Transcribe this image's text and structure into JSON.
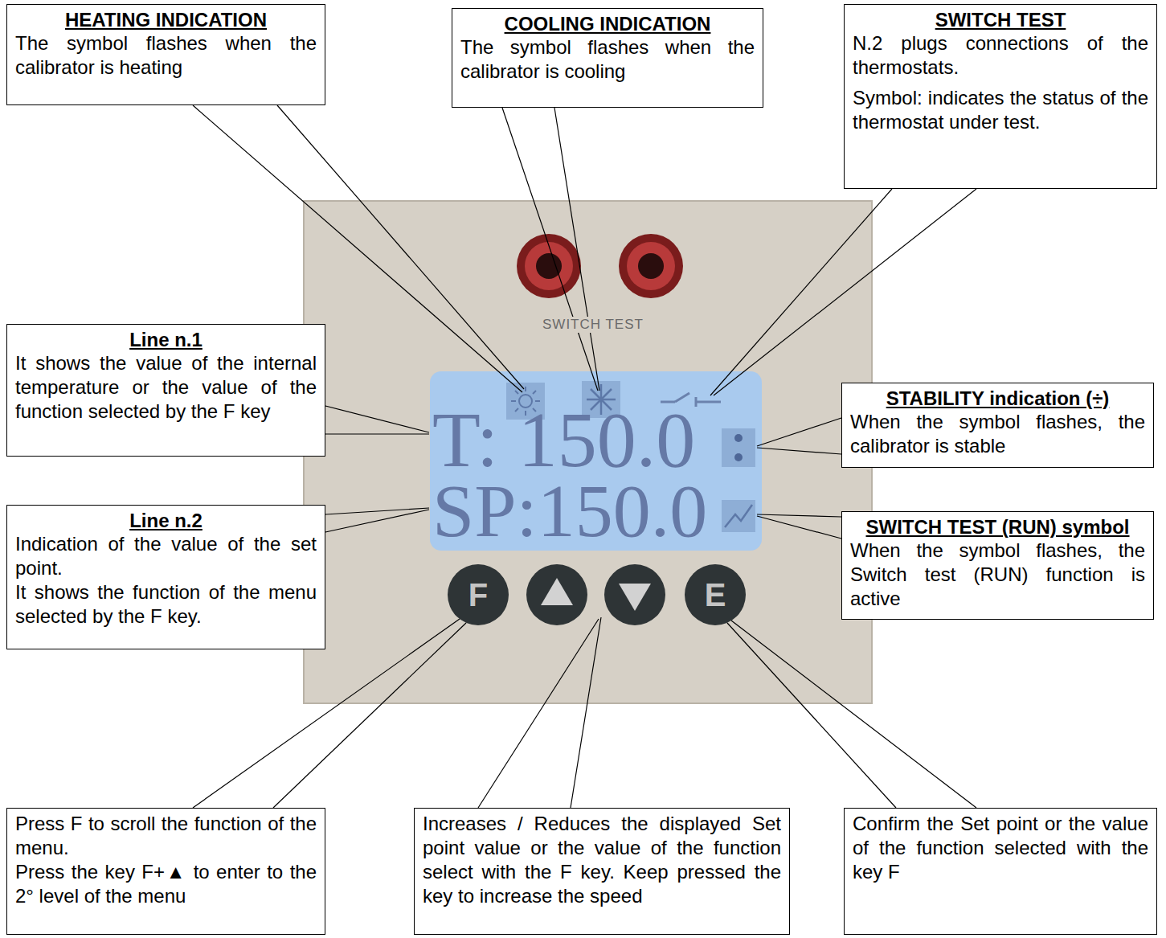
{
  "diagram": {
    "nodes": [
      {
        "text": [
          "HEATING INDICATION",
          "The symbol flashes when the calibrator is heating"
        ]
      },
      {
        "text": [
          "COOLING INDICATION",
          "The symbol flashes when the calibrator is cooling"
        ]
      },
      {
        "text": [
          "SWITCH TEST",
          "N.2 plugs connections of the thermostats.",
          "Symbol: indicates the status of the thermostat under test."
        ]
      },
      {
        "text": [
          "Line n.1",
          "It shows the value of the internal temperature or the value of the function selected by the F key"
        ]
      },
      {
        "text": [
          "STABILITY indication (÷)",
          "When the symbol flashes, the calibrator is stable"
        ]
      },
      {
        "text": [
          "Line n.2",
          "Indication of the value of the set point.",
          "It shows the function of the menu selected by the F key."
        ]
      },
      {
        "text": [
          "SWITCH TEST (RUN) symbol",
          "When the symbol flashes, the Switch test (RUN) function is active"
        ]
      },
      {
        "text": [
          "Press F to scroll the function of the menu.",
          "Press the key F+▲ to enter to the 2° level of the menu"
        ]
      },
      {
        "text": [
          "Increases / Reduces the displayed Set point value or the value of the function select with the F key. Keep pressed the key to increase the speed"
        ]
      },
      {
        "text": [
          "Confirm the Set point or the value of the function selected with the key F"
        ]
      }
    ],
    "labels": [
      "SWITCH TEST",
      "T: 150.0",
      "SP:150.0",
      "F",
      "E"
    ]
  }
}
